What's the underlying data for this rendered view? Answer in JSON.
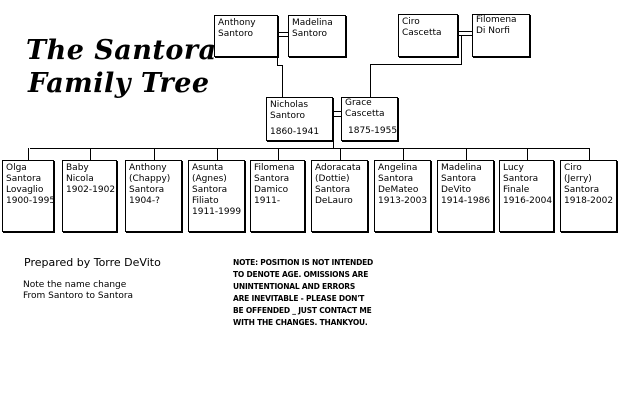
{
  "title": {
    "line1": "The Santora",
    "line2": "Family Tree"
  },
  "grandparents": [
    {
      "lines": [
        "Anthony",
        "Santoro"
      ]
    },
    {
      "lines": [
        "Madelina",
        "Santoro"
      ]
    },
    {
      "lines": [
        "Ciro",
        "Cascetta"
      ]
    },
    {
      "lines": [
        "Filomena",
        "Di Norfi"
      ]
    }
  ],
  "parents": [
    {
      "lines": [
        "Nicholas",
        "Santoro"
      ],
      "dates": "1860-1941"
    },
    {
      "lines": [
        "Grace",
        "Cascetta"
      ],
      "dates": "1875-1955"
    }
  ],
  "children": [
    {
      "lines": [
        "Olga",
        "Santora",
        "Lovaglio",
        "1900-1995"
      ]
    },
    {
      "lines": [
        "Baby",
        "Nicola",
        "1902-1902"
      ]
    },
    {
      "lines": [
        "Anthony",
        "(Chappy)",
        "Santora",
        "1904-?"
      ]
    },
    {
      "lines": [
        "Asunta",
        "(Agnes)",
        "Santora",
        "Filiato",
        "1911-1999"
      ]
    },
    {
      "lines": [
        "Filomena",
        "Santora",
        "Damico",
        "1911-"
      ]
    },
    {
      "lines": [
        "Adoracata",
        "(Dottie)",
        "Santora",
        "DeLauro"
      ]
    },
    {
      "lines": [
        "Angelina",
        "Santora",
        "DeMateo",
        "1913-2003"
      ]
    },
    {
      "lines": [
        "Madelina",
        "Santora",
        "DeVito",
        "1914-1986"
      ]
    },
    {
      "lines": [
        "Lucy",
        "Santora",
        "Finale",
        "1916-2004"
      ]
    },
    {
      "lines": [
        "Ciro",
        "(Jerry)",
        "Santora",
        "1918-2002"
      ]
    }
  ],
  "footer": {
    "prepared": "Prepared by Torre DeVito",
    "name_change": [
      "Note the name change",
      "From Santoro to Santora"
    ],
    "note": [
      "NOTE: POSITION IS NOT INTENDED",
      "TO DENOTE AGE. OMISSIONS ARE",
      "UNINTENTIONAL AND ERRORS",
      "ARE INEVITABLE - PLEASE DON'T",
      "BE OFFENDED _ JUST CONTACT ME",
      "WITH THE CHANGES. THANKYOU."
    ]
  }
}
